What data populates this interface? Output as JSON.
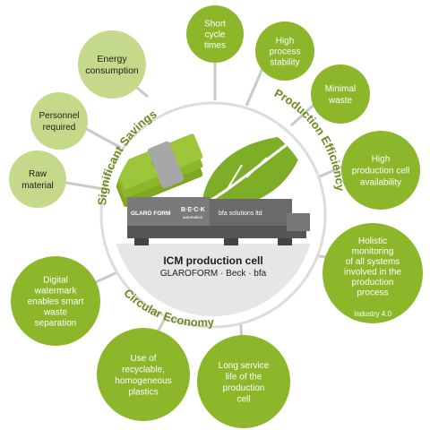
{
  "colors": {
    "green_dark": "#8db72a",
    "green_light": "#c4d98a",
    "connector": "#c9c9c9",
    "ring": "#dcdcdc",
    "arc_label": "#6b8a1c",
    "machine": "#6e6e6e"
  },
  "center": {
    "title": "ICM production cell",
    "subtitle": "GLAROFORM · Beck · bfa",
    "machine_brand_1": "GLARO FORM",
    "machine_brand_2": "B·E·C·K",
    "machine_brand_2_sub": "automation",
    "machine_brand_3": "bfa solutions ltd"
  },
  "categories": {
    "savings": "Significant Savings",
    "efficiency": "Production Efficiency",
    "circular": "Circular Economy"
  },
  "bubbles": {
    "energy": [
      "Energy",
      "consumption"
    ],
    "personnel": [
      "Personnel",
      "required"
    ],
    "raw": [
      "Raw",
      "material"
    ],
    "short_cycle": [
      "Short",
      "cycle",
      "times"
    ],
    "stability": [
      "High",
      "process",
      "stability"
    ],
    "waste": [
      "Minimal",
      "waste"
    ],
    "availability": [
      "High",
      "production cell",
      "availability"
    ],
    "monitoring": [
      "Holistic",
      "monitoring",
      "of all systems",
      "involved in the",
      "production",
      "process"
    ],
    "monitoring_note": "Industry 4.0",
    "watermark": [
      "Digital",
      "watermark",
      "enables smart",
      "waste",
      "separation"
    ],
    "recyclable": [
      "Use of",
      "recyclable,",
      "homogeneous",
      "plastics"
    ],
    "longlife": [
      "Long service",
      "life of the",
      "production",
      "cell"
    ]
  }
}
